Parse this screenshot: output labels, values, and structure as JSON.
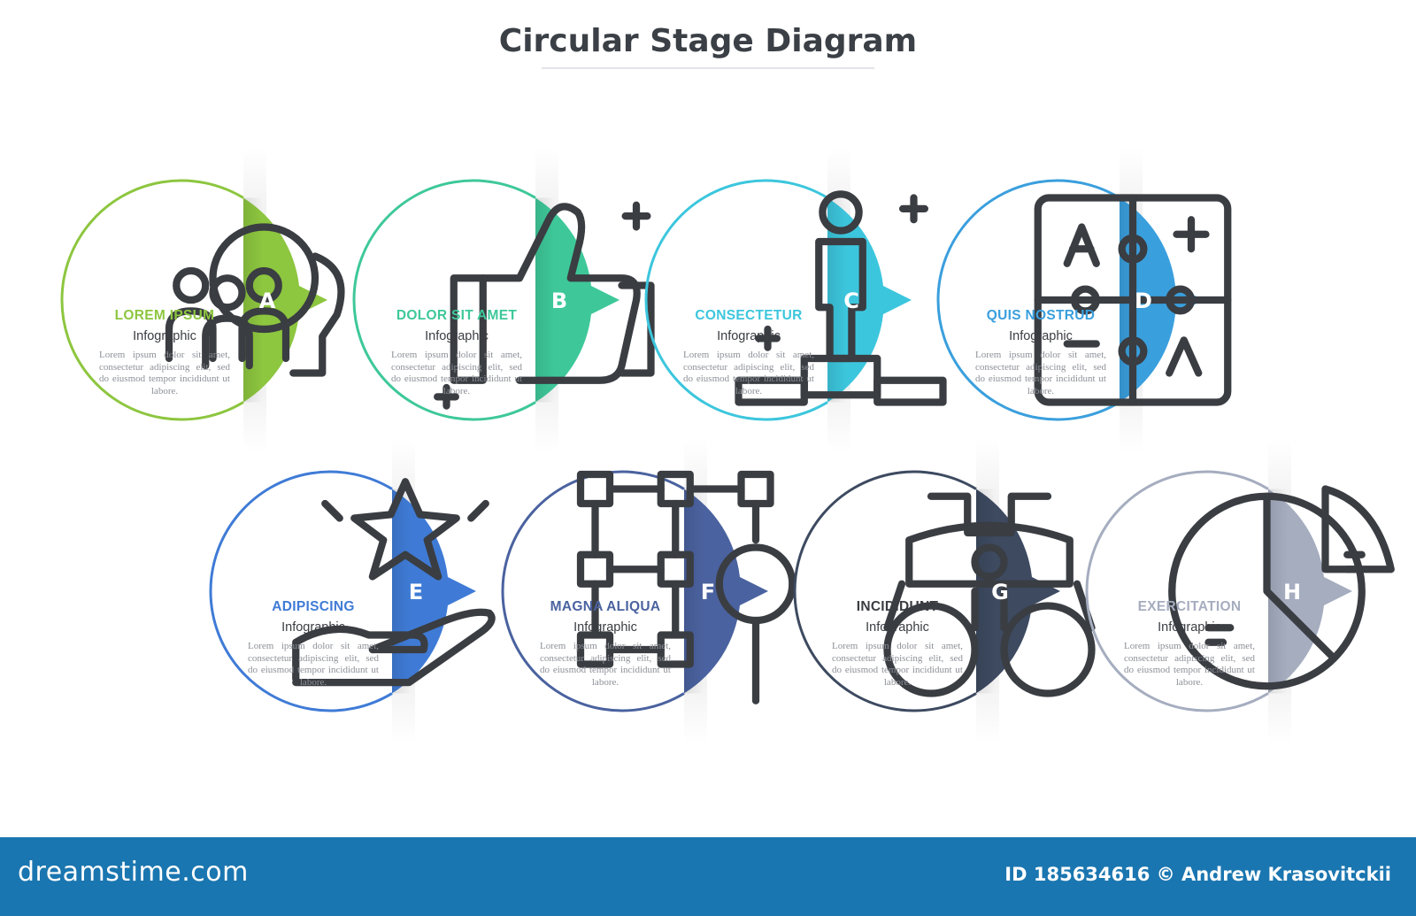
{
  "title": "Circular Stage Diagram",
  "stages": [
    {
      "letter": "A",
      "title": "LOREM IPSUM",
      "subtitle": "Infographic",
      "description": "Lorem ipsum dolor sit amet, consectetur adipiscing elit, sed do eiusmod tempor incididunt ut labore.",
      "color": "#8dc63f",
      "icon": "team-head-icon"
    },
    {
      "letter": "B",
      "title": "DOLOR SIT AMET",
      "subtitle": "Infographic",
      "description": "Lorem ipsum dolor sit amet, consectetur adipiscing elit, sed do eiusmod tempor incididunt ut labore.",
      "color": "#3ec899",
      "icon": "thumbs-up-icon"
    },
    {
      "letter": "C",
      "title": "CONSECTETUR",
      "subtitle": "Infographic",
      "description": "Lorem ipsum dolor sit amet, consectetur adipiscing elit, sed do eiusmod tempor incididunt ut labore.",
      "color": "#3cc6dd",
      "icon": "podium-winner-icon"
    },
    {
      "letter": "D",
      "title": "QUIS NOSTRUD",
      "subtitle": "Infographic",
      "description": "Lorem ipsum dolor sit amet, consectetur adipiscing elit, sed do eiusmod tempor incididunt ut labore.",
      "color": "#3a9fdd",
      "icon": "puzzle-icon"
    },
    {
      "letter": "E",
      "title": "ADIPISCING",
      "subtitle": "Infographic",
      "description": "Lorem ipsum dolor sit amet, consectetur adipiscing elit, sed do eiusmod tempor incididunt ut labore.",
      "color": "#3f7bd6",
      "icon": "star-hand-icon"
    },
    {
      "letter": "F",
      "title": "MAGNA ALIQUA",
      "subtitle": "Infographic",
      "description": "Lorem ipsum dolor sit amet, consectetur adipiscing elit, sed do eiusmod tempor incididunt ut labore.",
      "color": "#4a629f",
      "icon": "network-search-icon"
    },
    {
      "letter": "G",
      "title": "INCIDIDUNT",
      "subtitle": "Infographic",
      "description": "Lorem ipsum dolor sit amet, consectetur adipiscing elit, sed do eiusmod tempor incididunt ut labore.",
      "color": "#3d4a60",
      "icon": "binoculars-icon"
    },
    {
      "letter": "H",
      "title": "EXERCITATION",
      "subtitle": "Infographic",
      "description": "Lorem ipsum dolor sit amet, consectetur adipiscing elit, sed do eiusmod tempor incididunt ut labore.",
      "color": "#a5adbf",
      "icon": "pie-chart-icon"
    }
  ],
  "footer": {
    "logo": "dreamstime.com",
    "credit": "ID 185634616 © Andrew Krasovitckii"
  }
}
